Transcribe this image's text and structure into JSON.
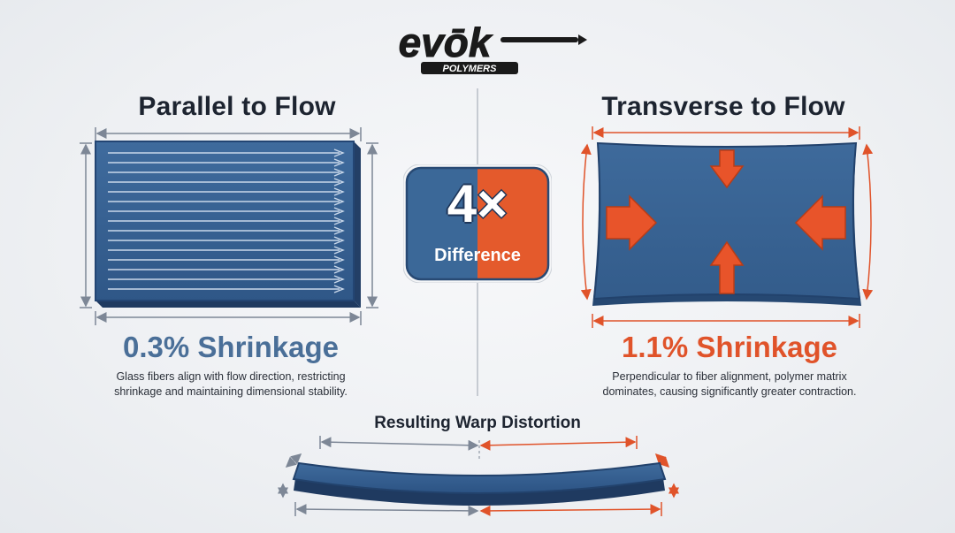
{
  "logo": {
    "brand": "evōk",
    "sub": "POLYMERS"
  },
  "left": {
    "heading": "Parallel to Flow",
    "shrinkage": "0.3% Shrinkage",
    "desc_line1": "Glass fibers align with flow direction, restricting",
    "desc_line2": "shrinkage and maintaining dimensional stability."
  },
  "center": {
    "factor": "4×",
    "label": "Difference"
  },
  "right": {
    "heading": "Transverse to Flow",
    "shrinkage": "1.1% Shrinkage",
    "desc_line1": "Perpendicular to fiber alignment, polymer matrix",
    "desc_line2": "dominates, causing significantly greater contraction."
  },
  "warp": {
    "title": "Resulting Warp Distortion"
  },
  "colors": {
    "blue": "#3d6a9b",
    "blue_dark": "#27497a",
    "orange": "#e8542a",
    "text": "#1d2430"
  },
  "icons": [
    "flow-arrow-icon",
    "shrink-arrow-icon",
    "dimension-arrow-icon"
  ]
}
